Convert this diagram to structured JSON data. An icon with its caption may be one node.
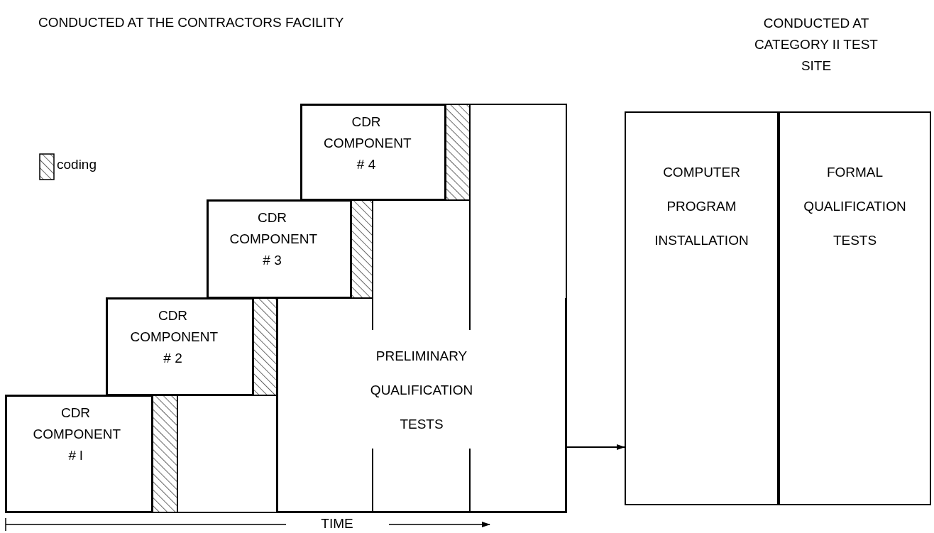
{
  "diagram": {
    "nodes": [
      {
        "text": [
          "CDR COMPONENT # l"
        ]
      },
      {
        "text": [
          "CDR COMPONENT # 2"
        ]
      },
      {
        "text": [
          "CDR COMPONENT # 3"
        ]
      },
      {
        "text": [
          "CDR COMPONENT # 4"
        ]
      },
      {
        "text": [
          "PRELIMINARY QUALIFICATION TESTS"
        ]
      },
      {
        "text": [
          "COMPUTER PROGRAM INSTALLATION"
        ]
      },
      {
        "text": [
          "FORMAL QUALIFICATION TESTS"
        ]
      }
    ],
    "edges": [
      {
        "from": 4,
        "to": 5,
        "arrow": "to"
      }
    ],
    "labels": [
      "CONDUCTED AT THE CONTRACTORS FACILITY",
      "CONDUCTED AT CATEGORY II TEST SITE",
      "TIME"
    ],
    "legend": [
      {
        "text": "coding"
      }
    ]
  }
}
